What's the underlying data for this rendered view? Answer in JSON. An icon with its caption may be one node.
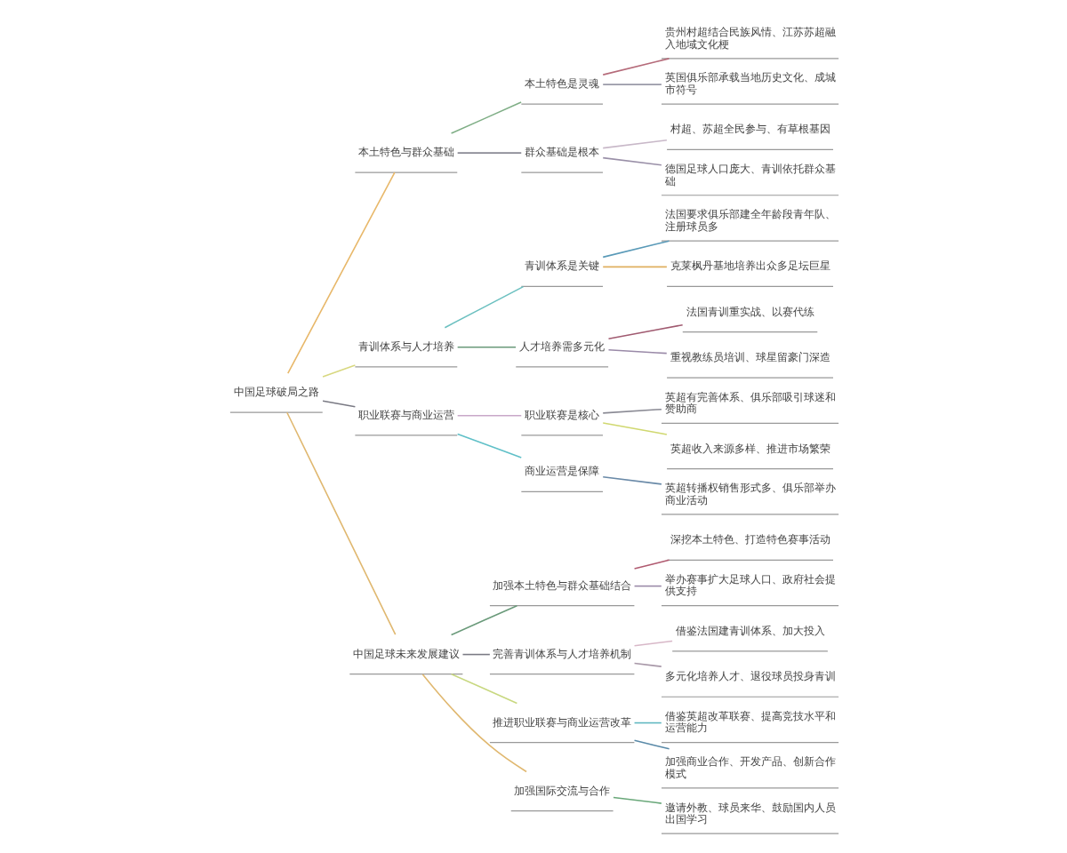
{
  "diagram": {
    "nodes": [
      {
        "text": [
          "中国足球破局之路"
        ]
      },
      {
        "text": [
          "本土特色与群众基础"
        ]
      },
      {
        "text": [
          "本土特色是灵魂"
        ]
      },
      {
        "text": [
          "贵州村超结合民族风情、江苏苏超融入地域文化梗"
        ]
      },
      {
        "text": [
          "英国俱乐部承载当地历史文化、成城市符号"
        ]
      },
      {
        "text": [
          "群众基础是根本"
        ]
      },
      {
        "text": [
          "村超、苏超全民参与、有草根基因"
        ]
      },
      {
        "text": [
          "德国足球人口庞大、青训依托群众基础"
        ]
      },
      {
        "text": [
          "青训体系与人才培养"
        ]
      },
      {
        "text": [
          "青训体系是关键"
        ]
      },
      {
        "text": [
          "法国要求俱乐部建全年龄段青年队、注册球员多"
        ]
      },
      {
        "text": [
          "克莱枫丹基地培养出众多足坛巨星"
        ]
      },
      {
        "text": [
          "人才培养需多元化"
        ]
      },
      {
        "text": [
          "法国青训重实战、以赛代练"
        ]
      },
      {
        "text": [
          "重视教练员培训、球星留豪门深造"
        ]
      },
      {
        "text": [
          "职业联赛与商业运营"
        ]
      },
      {
        "text": [
          "职业联赛是核心"
        ]
      },
      {
        "text": [
          "英超有完善体系、俱乐部吸引球迷和赞助商"
        ]
      },
      {
        "text": [
          "英超收入来源多样、推进市场繁荣"
        ]
      },
      {
        "text": [
          "商业运营是保障"
        ]
      },
      {
        "text": [
          "英超转播权销售形式多、俱乐部举办商业活动"
        ]
      },
      {
        "text": [
          "中国足球未来发展建议"
        ]
      },
      {
        "text": [
          "加强本土特色与群众基础结合"
        ]
      },
      {
        "text": [
          "深挖本土特色、打造特色赛事活动"
        ]
      },
      {
        "text": [
          "举办赛事扩大足球人口、政府社会提供支持"
        ]
      },
      {
        "text": [
          "完善青训体系与人才培养机制"
        ]
      },
      {
        "text": [
          "借鉴法国建青训体系、加大投入"
        ]
      },
      {
        "text": [
          "多元化培养人才、退役球员投身青训"
        ]
      },
      {
        "text": [
          "推进职业联赛与商业运营改革"
        ]
      },
      {
        "text": [
          "借鉴英超改革联赛、提高竞技水平和运营能力"
        ]
      },
      {
        "text": [
          "加强商业合作、开发产品、创新合作模式"
        ]
      },
      {
        "text": [
          "加强国际交流与合作"
        ]
      },
      {
        "text": [
          "邀请外教、球员来华、鼓励国内人员出国学习"
        ]
      }
    ],
    "edges": [
      {
        "from": 0,
        "to": 1,
        "arrow": "none",
        "color": "#e8b86a"
      },
      {
        "from": 1,
        "to": 2,
        "arrow": "none",
        "color": "#7fae86"
      },
      {
        "from": 2,
        "to": 3,
        "arrow": "none",
        "color": "#b56b7a"
      },
      {
        "from": 2,
        "to": 4,
        "arrow": "none",
        "color": "#9a9aa8"
      },
      {
        "from": 1,
        "to": 5,
        "arrow": "none",
        "color": "#8a8a94"
      },
      {
        "from": 5,
        "to": 6,
        "arrow": "none",
        "color": "#c8b8c8"
      },
      {
        "from": 5,
        "to": 7,
        "arrow": "none",
        "color": "#9a90a8"
      },
      {
        "from": 0,
        "to": 8,
        "arrow": "none",
        "color": "#d8d880"
      },
      {
        "from": 8,
        "to": 9,
        "arrow": "none",
        "color": "#6cc0c0"
      },
      {
        "from": 9,
        "to": 10,
        "arrow": "none",
        "color": "#5a9ab8"
      },
      {
        "from": 9,
        "to": 11,
        "arrow": "none",
        "color": "#e0b060"
      },
      {
        "from": 8,
        "to": 12,
        "arrow": "none",
        "color": "#6a9a7a"
      },
      {
        "from": 12,
        "to": 13,
        "arrow": "none",
        "color": "#a05a70"
      },
      {
        "from": 12,
        "to": 14,
        "arrow": "none",
        "color": "#9a8aa8"
      },
      {
        "from": 0,
        "to": 15,
        "arrow": "none",
        "color": "#7a7a84"
      },
      {
        "from": 15,
        "to": 16,
        "arrow": "none",
        "color": "#c8a8c8"
      },
      {
        "from": 16,
        "to": 17,
        "arrow": "none",
        "color": "#8a8a94"
      },
      {
        "from": 16,
        "to": 18,
        "arrow": "none",
        "color": "#d0d870"
      },
      {
        "from": 15,
        "to": 19,
        "arrow": "none",
        "color": "#60c0c8"
      },
      {
        "from": 19,
        "to": 20,
        "arrow": "none",
        "color": "#6a8aa8"
      },
      {
        "from": 0,
        "to": 21,
        "arrow": "none",
        "color": "#e0b870"
      },
      {
        "from": 21,
        "to": 22,
        "arrow": "none",
        "color": "#6a9a7a"
      },
      {
        "from": 22,
        "to": 23,
        "arrow": "none",
        "color": "#b05a70"
      },
      {
        "from": 22,
        "to": 24,
        "arrow": "none",
        "color": "#9a8aa8"
      },
      {
        "from": 21,
        "to": 25,
        "arrow": "none",
        "color": "#7a7a84"
      },
      {
        "from": 25,
        "to": 26,
        "arrow": "none",
        "color": "#d8b8c8"
      },
      {
        "from": 25,
        "to": 27,
        "arrow": "none",
        "color": "#a898a8"
      },
      {
        "from": 21,
        "to": 28,
        "arrow": "none",
        "color": "#c8d880"
      },
      {
        "from": 28,
        "to": 29,
        "arrow": "none",
        "color": "#60b8c0"
      },
      {
        "from": 28,
        "to": 30,
        "arrow": "none",
        "color": "#5a8aa8"
      },
      {
        "from": 21,
        "to": 31,
        "arrow": "none",
        "color": "#e0b870"
      },
      {
        "from": 31,
        "to": 32,
        "arrow": "none",
        "color": "#6aa87a"
      }
    ]
  }
}
